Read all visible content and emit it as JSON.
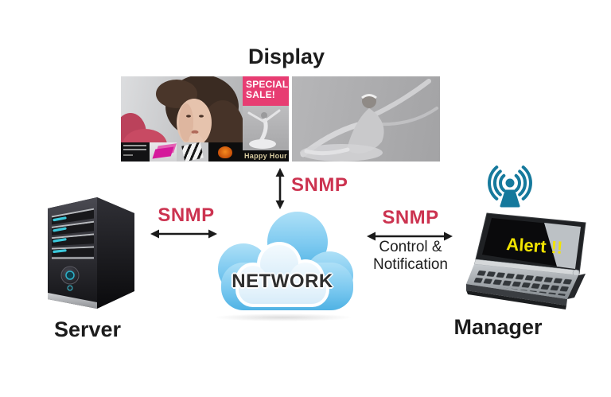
{
  "labels": {
    "display": "Display",
    "server": "Server",
    "manager": "Manager"
  },
  "cloud": {
    "label": "NETWORK"
  },
  "connections": {
    "server_cloud": {
      "protocol": "SNMP"
    },
    "display_cloud": {
      "protocol": "SNMP"
    },
    "manager_cloud": {
      "protocol": "SNMP",
      "note_line1": "Control &",
      "note_line2": "Notification"
    }
  },
  "laptop": {
    "alert": "Alert !!"
  },
  "banner": {
    "special_sale_line1": "SPECIAL",
    "special_sale_line2": "SALE!",
    "happy_hour": "Happy Hour"
  },
  "colors": {
    "snmp_label": "#cc3350",
    "arrow": "#1b1b1b",
    "cloud_fill": "#5fb9e8",
    "cloud_inner": "#e3f1fa",
    "network_text": "#2e2e2e",
    "wifi_icon": "#15799c",
    "alert_text": "#f2e400",
    "sale_box_pink": "#e73d72",
    "happy_bar_text": "#d8cba0"
  }
}
